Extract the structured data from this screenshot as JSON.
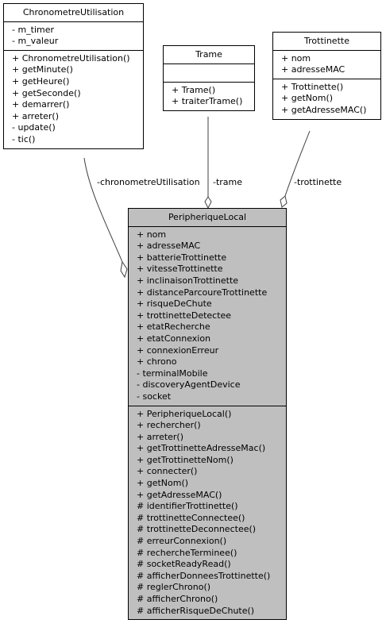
{
  "classes": {
    "chronometre": {
      "title": "ChronometreUtilisation",
      "attributes": [
        "- m_timer",
        "- m_valeur"
      ],
      "operations": [
        "+ ChronometreUtilisation()",
        "+ getMinute()",
        "+ getHeure()",
        "+ getSeconde()",
        "+ demarrer()",
        "+ arreter()",
        "- update()",
        "- tic()"
      ]
    },
    "trame": {
      "title": "Trame",
      "attributes": [],
      "operations": [
        "+ Trame()",
        "+ traiterTrame()"
      ]
    },
    "trottinette": {
      "title": "Trottinette",
      "attributes": [
        "+ nom",
        "+ adresseMAC"
      ],
      "operations": [
        "+ Trottinette()",
        "+ getNom()",
        "+ getAdresseMAC()"
      ]
    },
    "peripherique": {
      "title": "PeripheriqueLocal",
      "attributes": [
        "+ nom",
        "+ adresseMAC",
        "+ batterieTrottinette",
        "+ vitesseTrottinette",
        "+ inclinaisonTrottinette",
        "+ distanceParcoureTrottinette",
        "+ risqueDeChute",
        "+ trottinetteDetectee",
        "+ etatRecherche",
        "+ etatConnexion",
        "+ connexionErreur",
        "+ chrono",
        "- terminalMobile",
        "- discoveryAgentDevice",
        "- socket"
      ],
      "operations": [
        "+ PeripheriqueLocal()",
        "+ rechercher()",
        "+ arreter()",
        "+ getTrottinetteAdresseMac()",
        "+ getTrottinetteNom()",
        "+ connecter()",
        "+ getNom()",
        "+ getAdresseMAC()",
        "# identifierTrottinette()",
        "# trottinetteConnectee()",
        "# trottinetteDeconnectee()",
        "# erreurConnexion()",
        "# rechercheTerminee()",
        "# socketReadyRead()",
        "# afficherDonneesTrottinette()",
        "# reglerChrono()",
        "# afficherChrono()",
        "# afficherRisqueDeChute()"
      ]
    }
  },
  "relations": {
    "chrono_label": "-chronometreUtilisation",
    "trame_label": "-trame",
    "trottinette_label": "-trottinette"
  },
  "colors": {
    "highlight_fill": "#bfbfbf",
    "border": "#000000"
  }
}
